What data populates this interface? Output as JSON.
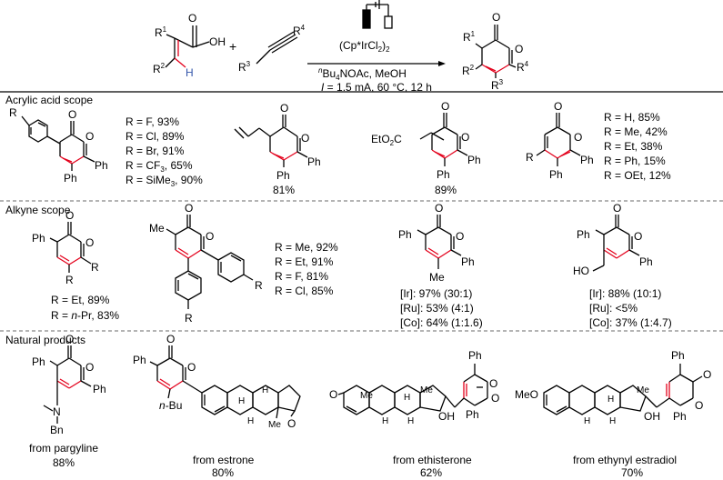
{
  "colors": {
    "bond": "#000000",
    "highlight": "#e3001b",
    "divider": "#888888"
  },
  "reaction": {
    "reagent_catalyst": "(Cp*IrCl",
    "reagent_catalyst_sub": "2",
    "reagent_catalyst_end": ")",
    "reagent_catalyst_sub2": "2",
    "reagent_salt_prefix": "n",
    "reagent_salt": "Bu",
    "reagent_salt_sub": "4",
    "reagent_salt_end": "NOAc, MeOH",
    "conditions_I": "I",
    "conditions_rest": " = 1.5 mA, 60 °C, 12 h",
    "plus": "+",
    "acid_labels": {
      "r1": "R",
      "r1_sup": "1",
      "r2": "R",
      "r2_sup": "2",
      "oh": "OH",
      "o": "O",
      "h": "H"
    },
    "alkyne_labels": {
      "r3": "R",
      "r3_sup": "3",
      "r4": "R",
      "r4_sup": "4"
    },
    "product_labels": {
      "r1": "R",
      "r1_sup": "1",
      "r2": "R",
      "r2_sup": "2",
      "r3": "R",
      "r3_sup": "3",
      "r4": "R",
      "r4_sup": "4",
      "o1": "O",
      "o2": "O"
    }
  },
  "sections": {
    "acrylic": {
      "title": "Acrylic acid scope",
      "c1": {
        "r": "R",
        "ph1": "Ph",
        "ph2": "Ph",
        "o1": "O",
        "o2": "O",
        "yields": [
          "R = F, 93%",
          "R = Cl, 89%",
          "R = Br, 91%",
          "R = CF",
          "R = SiMe"
        ],
        "cf3_sub": "3",
        "cf3_rest": ", 65%",
        "sime3_sub": "3",
        "sime3_rest": ", 90%"
      },
      "c2": {
        "ph1": "Ph",
        "ph2": "Ph",
        "o1": "O",
        "o2": "O",
        "yield": "81%"
      },
      "c3": {
        "eto": "EtO",
        "eto_sub": "2",
        "eto_c": "C",
        "ph1": "Ph",
        "ph2": "Ph",
        "o1": "O",
        "o2": "O",
        "yield": "89%"
      },
      "c4": {
        "r": "R",
        "ph1": "Ph",
        "ph2": "Ph",
        "o1": "O",
        "o2": "O",
        "yields": [
          "R = H, 85%",
          "R = Me, 42%",
          "R = Et, 38%",
          "R = Ph, 15%",
          "R = OEt, 12%"
        ]
      }
    },
    "alkyne": {
      "title": "Alkyne scope",
      "c1": {
        "ph": "Ph",
        "r1": "R",
        "r2": "R",
        "o1": "O",
        "o2": "O",
        "y1": "R = Et, 89%",
        "y2_pre": "R = ",
        "y2_n": "n",
        "y2_rest": "-Pr, 83%"
      },
      "c2": {
        "me": "Me",
        "r1": "R",
        "r2": "R",
        "o1": "O",
        "o2": "O",
        "yields": [
          "R = Me, 92%",
          "R = Et, 91%",
          "R = F, 81%",
          "R = Cl, 85%"
        ]
      },
      "c3": {
        "ph1": "Ph",
        "ph2": "Ph",
        "me": "Me",
        "o1": "O",
        "o2": "O",
        "yields": [
          "[Ir]: 97% (30:1)",
          "[Ru]: 53% (4:1)",
          "[Co]: 64% (1:1.6)"
        ]
      },
      "c4": {
        "ph1": "Ph",
        "ph2": "Ph",
        "ho": "HO",
        "o1": "O",
        "o2": "O",
        "yields": [
          "[Ir]: 88% (10:1)",
          "[Ru]: <5%",
          "[Co]: 37% (1:4.7)"
        ]
      }
    },
    "natural": {
      "title": "Natural products",
      "c1": {
        "ph1": "Ph",
        "ph2": "Ph",
        "n": "N",
        "bn": "Bn",
        "o1": "O",
        "o2": "O",
        "source": "from pargyline",
        "yield": "88%"
      },
      "c2": {
        "ph": "Ph",
        "nbu_n": "n",
        "nbu": "-Bu",
        "h1": "H",
        "h2": "H",
        "h3": "H",
        "me": "Me",
        "o1": "O",
        "o2": "O",
        "o3": "O",
        "source": "from estrone",
        "yield": "80%"
      },
      "c3": {
        "ph": "Ph",
        "ph2": "Ph",
        "me1": "Me",
        "me2": "Me",
        "h1": "H",
        "h2": "H",
        "h3": "H",
        "oh": "OH",
        "o1": "O",
        "o2": "O",
        "o3": "O",
        "source": "from ethisterone",
        "yield": "62%"
      },
      "c4": {
        "meo": "MeO",
        "ph": "Ph",
        "ph2": "Ph",
        "me": "Me",
        "h1": "H",
        "h2": "H",
        "h3": "H",
        "oh": "OH",
        "o1": "O",
        "o2": "O",
        "source": "from ethynyl estradiol",
        "yield": "70%"
      }
    }
  }
}
